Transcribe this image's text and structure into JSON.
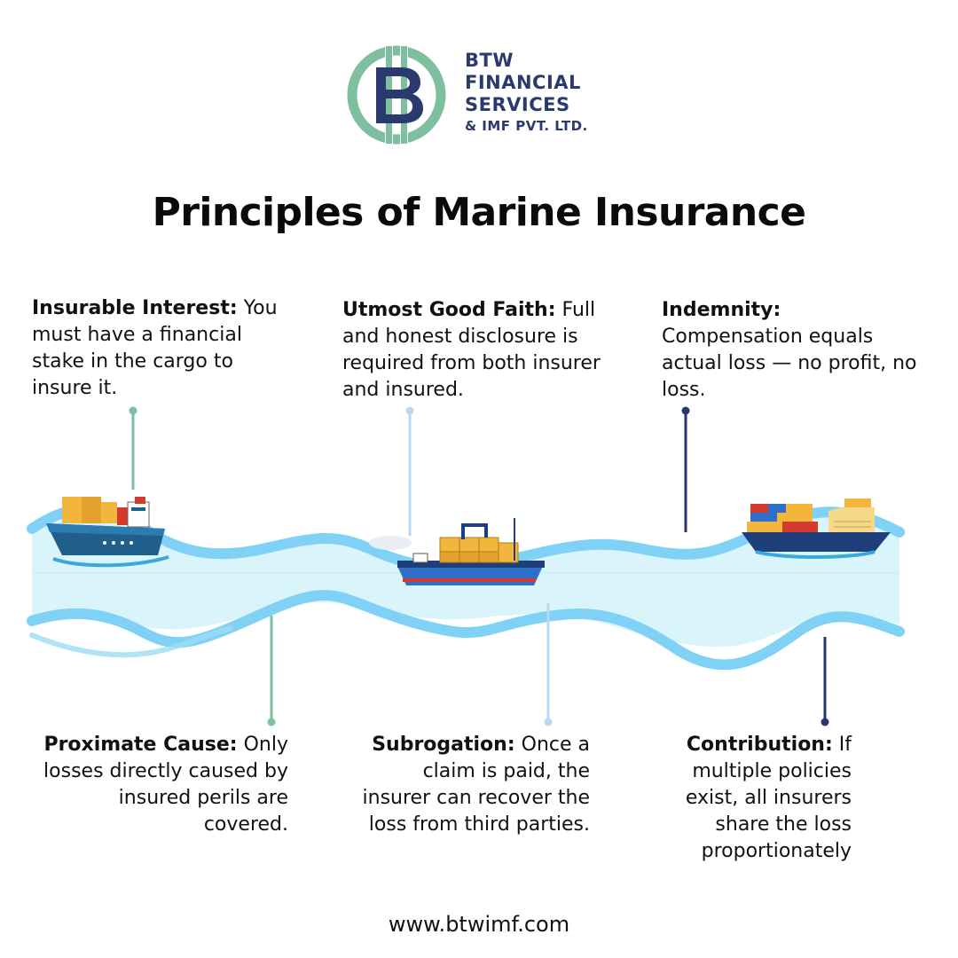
{
  "brand": {
    "name_line1": "BTW",
    "name_line2": "FINANCIAL",
    "name_line3": "SERVICES",
    "name_line4": "& IMF PVT. LTD.",
    "colors": {
      "ring": "#7dbf9e",
      "letter": "#2a3a6e"
    }
  },
  "title": "Principles of Marine Insurance",
  "principles": {
    "insurable_interest": {
      "term": "Insurable Interest:",
      "text": " You must have a financial stake in the cargo to insure it.",
      "accent": "#7dbf9e"
    },
    "utmost_good_faith": {
      "term": "Utmost Good Faith:",
      "text": " Full and honest disclosure is required from both insurer and insured.",
      "accent": "#b9d8f2"
    },
    "indemnity": {
      "term": "Indemnity:",
      "text": " Compensation equals actual loss — no profit, no loss.",
      "accent": "#26386e"
    },
    "proximate_cause": {
      "term": "Proximate Cause:",
      "text": " Only losses directly caused by insured perils are covered.",
      "accent": "#7dbf9e"
    },
    "subrogation": {
      "term": "Subrogation:",
      "text": " Once a claim is paid, the insurer can recover the loss from third parties.",
      "accent": "#b9d8f2"
    },
    "contribution": {
      "term": "Contribution:",
      "text": " If multiple policies exist, all insurers share the loss proportionately",
      "accent": "#26386e"
    }
  },
  "river": {
    "water": "#d9f4fb",
    "wave": "#7fd2f6"
  },
  "footer": {
    "website": "www.btwimf.com"
  }
}
